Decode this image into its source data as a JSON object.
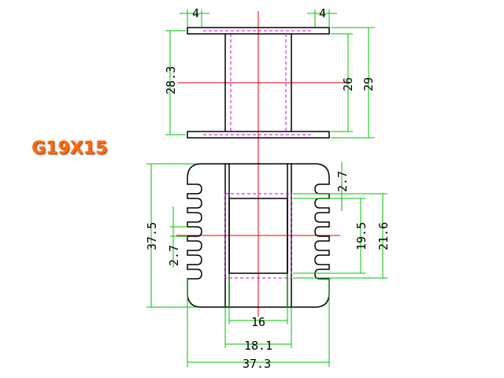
{
  "title": "G19X15",
  "dimensions": {
    "top_left_flange": "4",
    "top_right_flange": "4",
    "top_height_outer": "28.3",
    "top_inner": "26",
    "top_total": "29",
    "front_height": "37.5",
    "front_slot": "2.7",
    "front_right_top": "2.7",
    "front_window": "19.5",
    "front_window_outer": "21.6",
    "front_core": "16",
    "front_width_inner": "18.1",
    "front_width_total": "37.3"
  },
  "colors": {
    "outline": "#000000",
    "dimension": "#00c000",
    "centerline": "#e00000",
    "hidden": "#d000d0",
    "title": "#ff6a10"
  }
}
